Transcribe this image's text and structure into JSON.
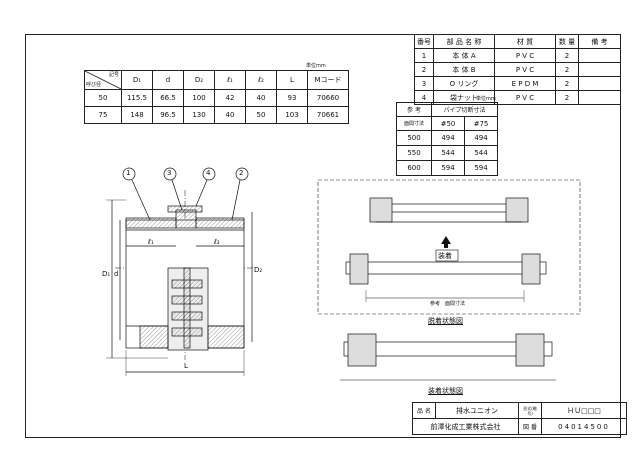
{
  "parts_table": {
    "headers": [
      "番号",
      "部 品 名 称",
      "材 質",
      "数 量",
      "備 考"
    ],
    "rows": [
      [
        "1",
        "本 体 A",
        "P V C",
        "2",
        ""
      ],
      [
        "2",
        "本 体 B",
        "P V C",
        "2",
        ""
      ],
      [
        "3",
        "O リング",
        "E P D M",
        "2",
        ""
      ],
      [
        "4",
        "袋ナット",
        "P V C",
        "2",
        ""
      ]
    ]
  },
  "dim_table": {
    "unit": "単位mm",
    "corner_top": "記号",
    "corner_bottom": "呼び径",
    "headers": [
      "D₁",
      "d",
      "D₂",
      "ℓ₁",
      "ℓ₂",
      "L",
      "Mコード"
    ],
    "rows": [
      [
        "50",
        "115.5",
        "66.5",
        "100",
        "42",
        "40",
        "93",
        "70660"
      ],
      [
        "75",
        "148",
        "96.5",
        "130",
        "40",
        "50",
        "103",
        "70661"
      ]
    ]
  },
  "pipe_table": {
    "unit": "単位mm",
    "h1": "参 考",
    "h2": "パイプ切断寸法",
    "sub": [
      "面間寸法",
      "#50",
      "#75"
    ],
    "rows": [
      [
        "500",
        "494",
        "494"
      ],
      [
        "550",
        "544",
        "544"
      ],
      [
        "600",
        "594",
        "594"
      ]
    ]
  },
  "drawing": {
    "callouts": [
      "1",
      "3",
      "4",
      "2"
    ],
    "dim_d1": "D₁",
    "dim_d": "d",
    "dim_d2": "D₂",
    "dim_l1": "ℓ₁",
    "dim_l2": "ℓ₂",
    "dim_L": "L",
    "install_label": "装着",
    "ref_label": "参考　面間寸法",
    "removal_caption": "脱着状態図",
    "mounted_caption": "装着状態図"
  },
  "title_block": {
    "name_label": "品 名",
    "name_value": "排水ユニオン",
    "model_label": "形式(略号)",
    "model_value": "ＨＵ□□□",
    "company": "前澤化成工業株式会社",
    "number_label": "図 番",
    "number_value": "04014500"
  }
}
